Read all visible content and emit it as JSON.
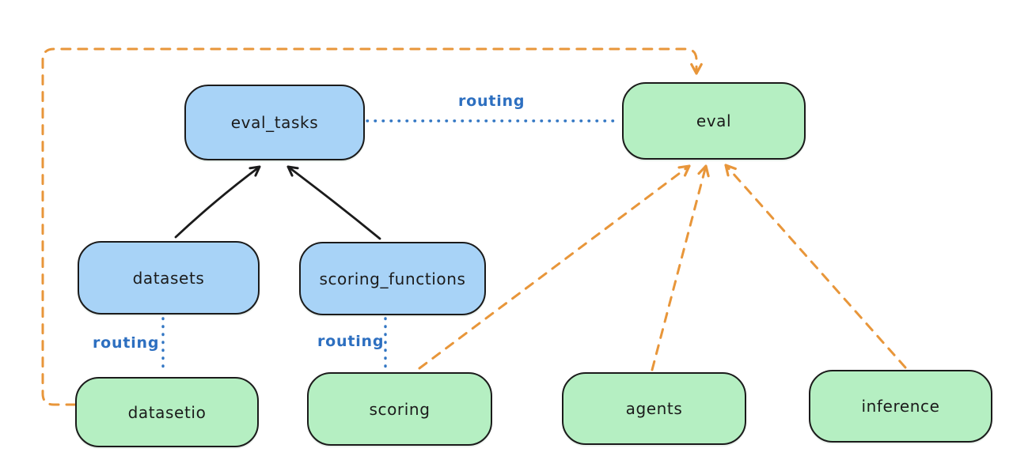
{
  "diagram": {
    "background": "#ffffff",
    "colors": {
      "node_blue_fill": "#a8d3f7",
      "node_green_fill": "#b5efc2",
      "node_stroke": "#1b1b1b",
      "solid_arrow": "#1b1b1b",
      "routing_blue": "#2d6fc0",
      "provider_orange": "#e8963a"
    },
    "nodes": [
      {
        "id": "eval_tasks",
        "label": "eval_tasks",
        "fill": "#a8d3f7"
      },
      {
        "id": "eval",
        "label": "eval",
        "fill": "#b5efc2"
      },
      {
        "id": "datasets",
        "label": "datasets",
        "fill": "#a8d3f7"
      },
      {
        "id": "scoring_functions",
        "label": "scoring_functions",
        "fill": "#a8d3f7"
      },
      {
        "id": "datasetio",
        "label": "datasetio",
        "fill": "#b5efc2"
      },
      {
        "id": "scoring",
        "label": "scoring",
        "fill": "#b5efc2"
      },
      {
        "id": "agents",
        "label": "agents",
        "fill": "#b5efc2"
      },
      {
        "id": "inference",
        "label": "inference",
        "fill": "#b5efc2"
      }
    ],
    "edges": [
      {
        "from": "datasets",
        "to": "eval_tasks",
        "style": "solid-arrow",
        "color": "#1b1b1b"
      },
      {
        "from": "scoring_functions",
        "to": "eval_tasks",
        "style": "solid-arrow",
        "color": "#1b1b1b"
      },
      {
        "from": "eval_tasks",
        "to": "eval",
        "style": "dotted",
        "color": "#2d6fc0",
        "label": "routing"
      },
      {
        "from": "datasets",
        "to": "datasetio",
        "style": "dotted",
        "color": "#2d6fc0",
        "label": "routing"
      },
      {
        "from": "scoring_functions",
        "to": "scoring",
        "style": "dotted",
        "color": "#2d6fc0",
        "label": "routing"
      },
      {
        "from": "datasetio",
        "to": "eval",
        "style": "dashed-arrow",
        "color": "#e8963a"
      },
      {
        "from": "scoring",
        "to": "eval",
        "style": "dashed-arrow",
        "color": "#e8963a"
      },
      {
        "from": "agents",
        "to": "eval",
        "style": "dashed-arrow",
        "color": "#e8963a"
      },
      {
        "from": "inference",
        "to": "eval",
        "style": "dashed-arrow",
        "color": "#e8963a"
      }
    ]
  }
}
